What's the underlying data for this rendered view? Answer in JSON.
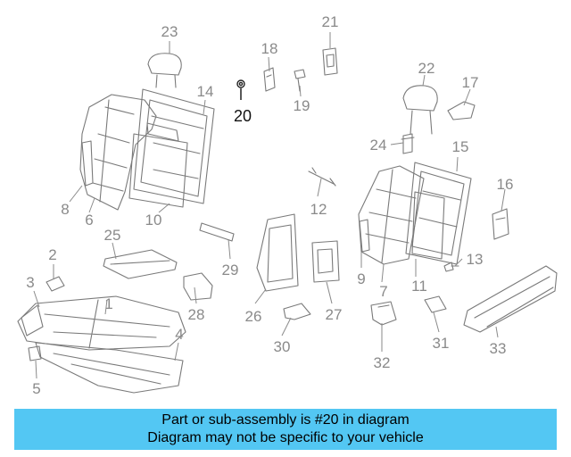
{
  "diagram": {
    "highlighted_part": "20",
    "callouts": [
      "1",
      "2",
      "3",
      "4",
      "5",
      "6",
      "7",
      "8",
      "9",
      "10",
      "11",
      "12",
      "13",
      "14",
      "15",
      "16",
      "17",
      "18",
      "19",
      "20",
      "21",
      "22",
      "23",
      "24",
      "25",
      "26",
      "27",
      "28",
      "29",
      "30",
      "31",
      "32",
      "33"
    ]
  },
  "footer": {
    "line1": "Part or sub-assembly is #20 in diagram",
    "line2": "Diagram may not be specific to your vehicle"
  },
  "colors": {
    "footer_background": "#53c7f3",
    "line_art": "#7a7a7a",
    "highlight": "#111111"
  }
}
